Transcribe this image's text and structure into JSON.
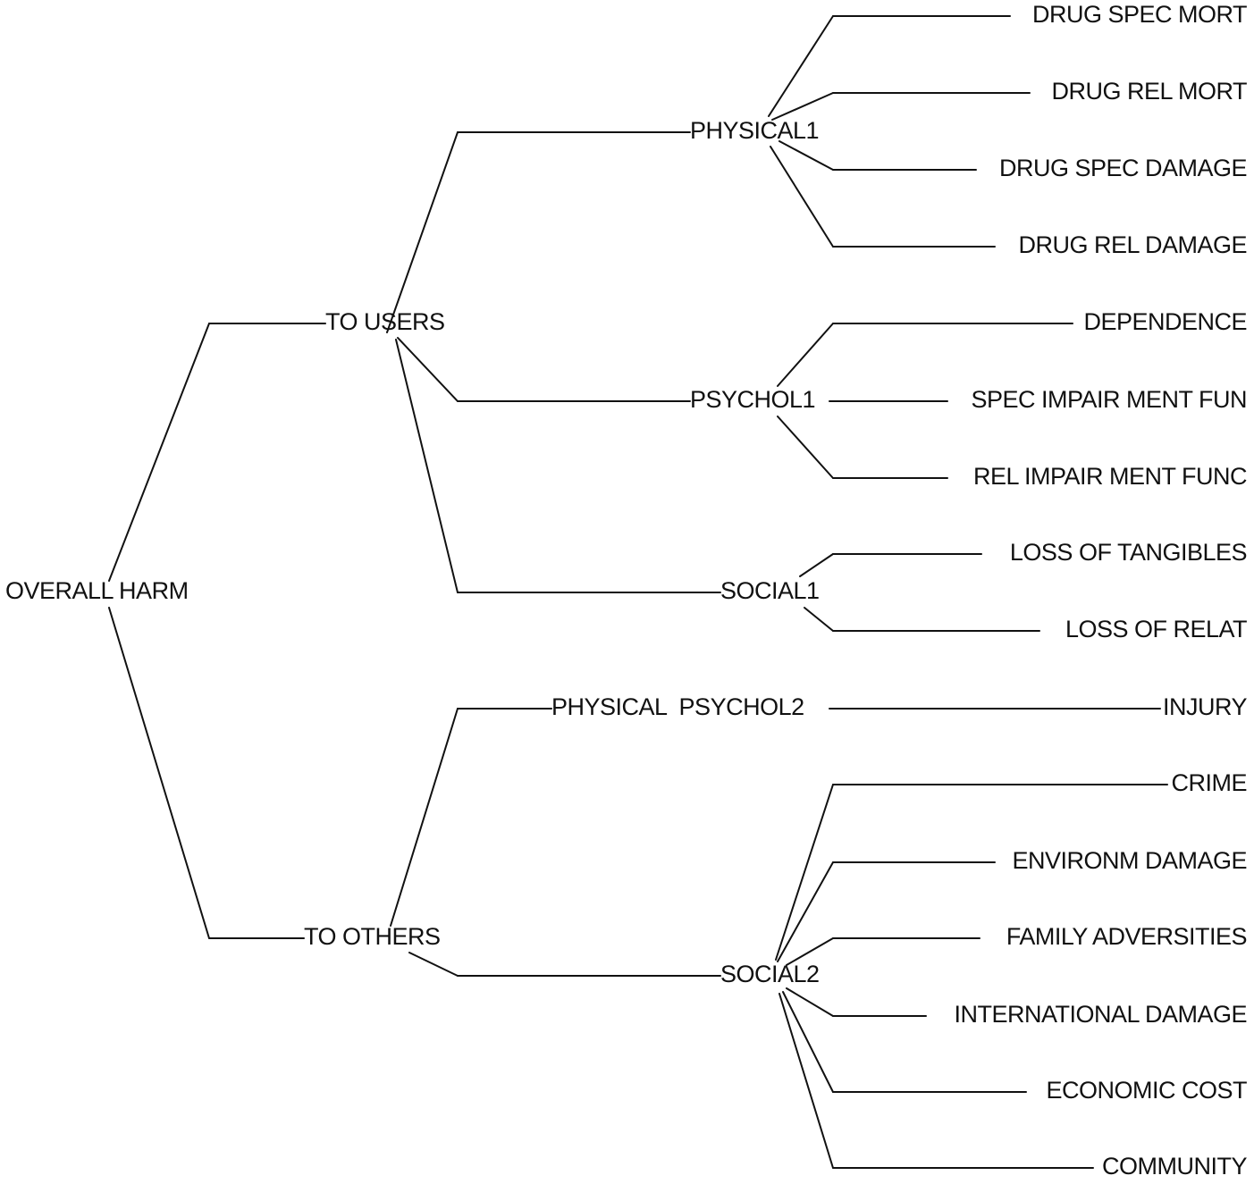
{
  "tree": {
    "root": "OVERALL HARM",
    "children": [
      {
        "label": "TO USERS",
        "children": [
          {
            "label": "PHYSICAL1",
            "children": [
              "DRUG SPEC MORT",
              "DRUG REL MORT",
              "DRUG SPEC DAMAGE",
              "DRUG REL DAMAGE"
            ]
          },
          {
            "label": "PSYCHOL1",
            "children": [
              "DEPENDENCE",
              "SPEC IMPAIR MENT FUN",
              "REL IMPAIR MENT FUNC"
            ]
          },
          {
            "label": "SOCIAL1",
            "children": [
              "LOSS OF TANGIBLES",
              "LOSS OF RELAT"
            ]
          }
        ]
      },
      {
        "label": "TO OTHERS",
        "children": [
          {
            "label": "PHYSICAL  PSYCHOL2",
            "children": [
              "INJURY"
            ]
          },
          {
            "label": "SOCIAL2",
            "children": [
              "CRIME",
              "ENVIRONM DAMAGE",
              "FAMILY ADVERSITIES",
              "INTERNATIONAL DAMAGE",
              "ECONOMIC COST",
              "COMMUNITY"
            ]
          }
        ]
      }
    ]
  }
}
